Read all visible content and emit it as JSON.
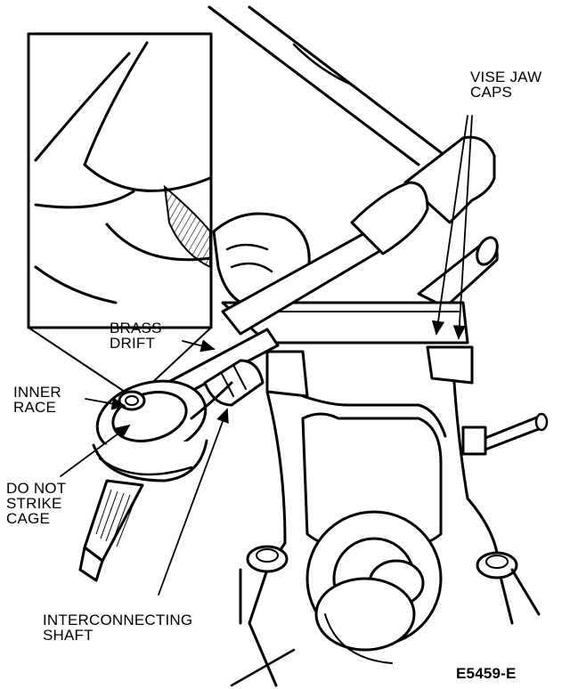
{
  "labels": {
    "vise_jaw_caps": "VISE JAW\nCAPS",
    "brass_drift": "BRASS\nDRIFT",
    "inner_race": "INNER\nRACE",
    "do_not_strike_cage": "DO NOT\nSTRIKE\nCAGE",
    "interconnecting_shaft": "INTERCONNECTING\nSHAFT",
    "figure_code": "E5459-E"
  }
}
